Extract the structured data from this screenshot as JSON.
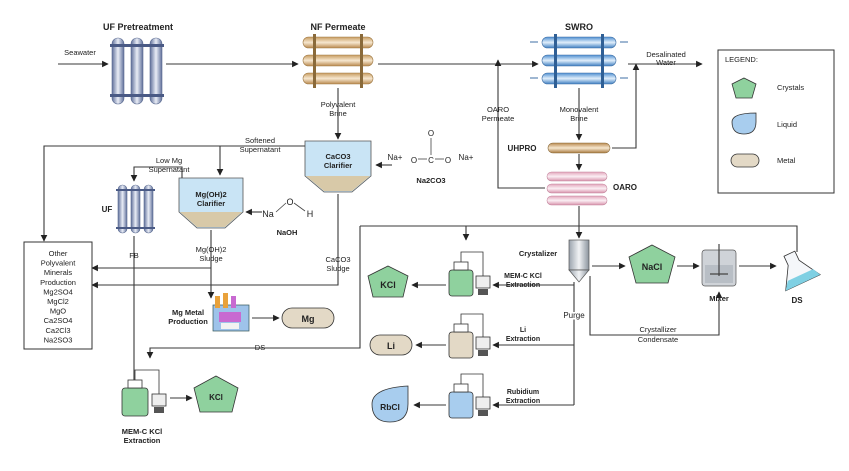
{
  "labels": {
    "uf_pretreatment": "UF Pretreatment",
    "nf_permeate": "NF Permeate",
    "swro": "SWRO",
    "seawater": "Seawater",
    "desalinated_1": "Desalinated",
    "desalinated_2": "Water",
    "polyvalent_1": "Polyvalent",
    "polyvalent_2": "Brine",
    "monovalent_1": "Monovalent",
    "monovalent_2": "Brine",
    "oaro_permeate_1": "OARO",
    "oaro_permeate_2": "Permeate",
    "uhpro": "UHPRO",
    "oaro": "OARO",
    "softened_1": "Softened",
    "softened_2": "Supernatant",
    "low_mg_1": "Low Mg",
    "low_mg_2": "Supernatant",
    "uf": "UF",
    "mgoh2_clarifier_1": "Mg(OH)2",
    "mgoh2_clarifier_2": "Clarifier",
    "caco3_clarifier_1": "CaCO3",
    "caco3_clarifier_2": "Clarifier",
    "naoh": "NaOH",
    "na2co3": "Na2CO3",
    "fb": "FB",
    "mgoh2_sludge_1": "Mg(OH)2",
    "mgoh2_sludge_2": "Sludge",
    "caco3_sludge_1": "CaCO3",
    "caco3_sludge_2": "Sludge",
    "mg_metal_1": "Mg Metal",
    "mg_metal_2": "Production",
    "mg": "Mg",
    "ds_line": "DS",
    "crystalizer": "Crystalizer",
    "nacl": "NaCl",
    "mixer": "Mixer",
    "ds": "DS",
    "kcl_top": "KCl",
    "memc_top_1": "MEM-C KCl",
    "memc_top_2": "Extraction",
    "purge": "Purge",
    "li": "Li",
    "li_ext_1": "Li",
    "li_ext_2": "Extraction",
    "crystallizer_cond_1": "Crystallizer",
    "crystallizer_cond_2": "Condensate",
    "rbcl": "RbCl",
    "rb_ext_1": "Rubidium",
    "rb_ext_2": "Extraction",
    "kcl_bottom": "KCl",
    "memc_bottom_1": "MEM-C KCl",
    "memc_bottom_2": "Extraction",
    "naoh_formula_na": "Na",
    "naoh_formula_o": "O",
    "naoh_formula_h": "H",
    "na2co3_na_left": "Na+",
    "na2co3_na_right": "Na+",
    "na2co3_c": "C",
    "na2co3_o1": "O",
    "na2co3_o2": "O",
    "na2co3_o3": "O"
  },
  "minerals_box": {
    "lines": [
      "Other",
      "Polyvalent",
      "Minerals",
      "Production",
      "Mg2SO4",
      "MgCl2",
      "MgO",
      "Ca2SO4",
      "Ca2Cl3",
      "Na2SO3"
    ]
  },
  "legend": {
    "title": "LEGEND:",
    "items": [
      {
        "label": "Crystals",
        "color": "#8fd19e"
      },
      {
        "label": "Liquid",
        "color": "#a8cdee"
      },
      {
        "label": "Metal",
        "color": "#e3d9c6"
      }
    ]
  },
  "colors": {
    "crystal": "#8fd19e",
    "liquid": "#a8cdee",
    "metal": "#e3d9c6",
    "tank_blue": "#c9e4f5",
    "line": "#3a3a3a"
  }
}
